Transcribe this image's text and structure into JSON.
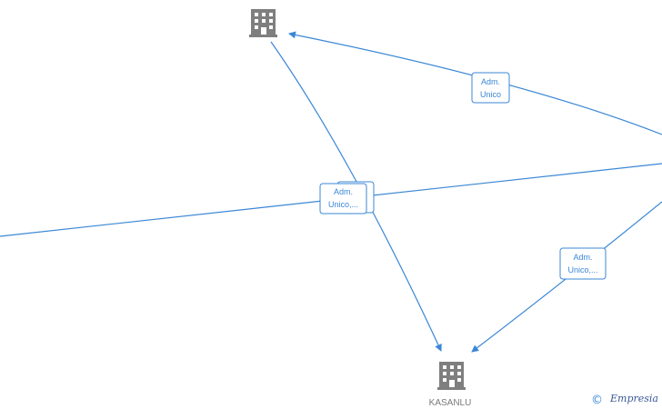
{
  "diagram": {
    "nodes": {
      "top_company": {
        "label": "",
        "icon": "building-icon"
      },
      "kasanlu": {
        "label": "KASANLU",
        "icon": "building-icon"
      }
    },
    "edges": {
      "adm_unico_top": {
        "line1": "Adm.",
        "line2": "Unico"
      },
      "adm_unico_center": {
        "line1": "Adm.",
        "line2": "Unico,..."
      },
      "adm_unico_right": {
        "line1": "Adm.",
        "line2": "Unico,..."
      }
    },
    "colors": {
      "edge": "#3b87d6",
      "node_icon": "#7f7f7f",
      "node_label": "#7a7a7a"
    }
  },
  "watermark": {
    "symbol": "©",
    "brand": "Empresia"
  }
}
